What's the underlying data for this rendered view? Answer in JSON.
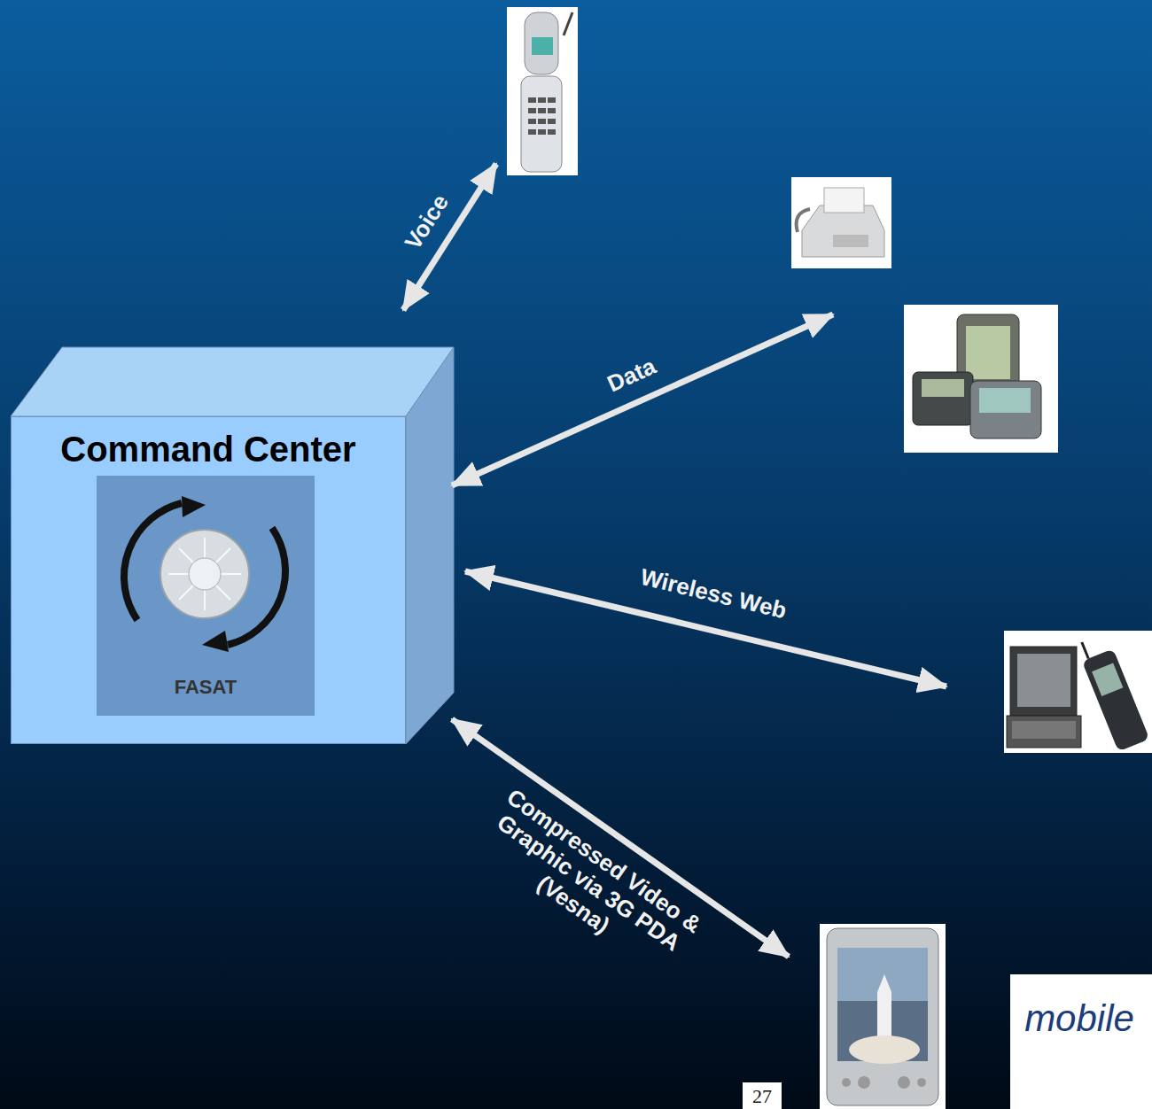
{
  "diagram": {
    "nodes": [
      {
        "text": [
          "Command Center"
        ]
      },
      {
        "text": [
          "FASAT"
        ],
        "in": 0
      }
    ],
    "labels": [
      "Voice",
      "Data",
      "Wireless Web",
      "Compressed Video & Graphic via 3G PDA (Vesna)",
      "27",
      "mobile"
    ]
  }
}
